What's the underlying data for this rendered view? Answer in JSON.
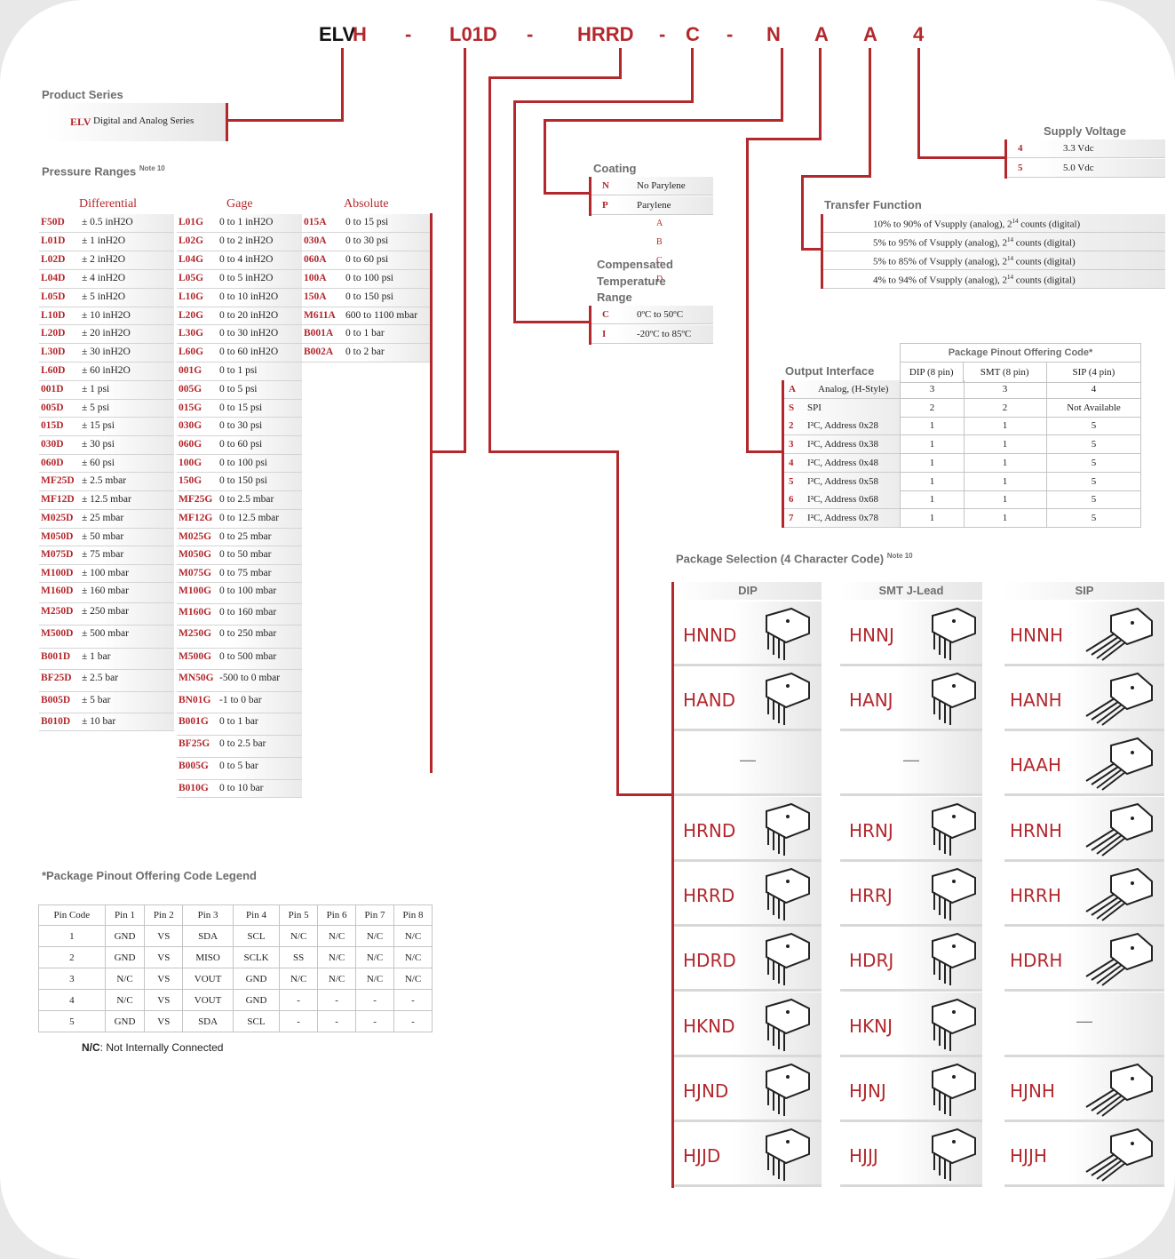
{
  "part_number": {
    "prefix": "ELV",
    "chars": [
      "H",
      "-",
      "L01D",
      "-",
      "HRRD",
      "-",
      "C",
      "-",
      "N",
      "A",
      "A",
      "4"
    ]
  },
  "product_series": {
    "title": "Product Series",
    "code": "ELV",
    "desc": "Digital and Analog Series"
  },
  "pressure_ranges": {
    "title": "Pressure Ranges",
    "note": "Note 10",
    "headers": {
      "differential": "Differential",
      "gage": "Gage",
      "absolute": "Absolute"
    },
    "differential": [
      [
        "F50D",
        "± 0.5 inH2O"
      ],
      [
        "L01D",
        "± 1 inH2O"
      ],
      [
        "L02D",
        "± 2 inH2O"
      ],
      [
        "L04D",
        "± 4 inH2O"
      ],
      [
        "L05D",
        "± 5 inH2O"
      ],
      [
        "L10D",
        "± 10 inH2O"
      ],
      [
        "L20D",
        "± 20 inH2O"
      ],
      [
        "L30D",
        "± 30 inH2O"
      ],
      [
        "L60D",
        "± 60 inH2O"
      ],
      [
        "001D",
        "± 1 psi"
      ],
      [
        "005D",
        "± 5 psi"
      ],
      [
        "015D",
        "± 15 psi"
      ],
      [
        "030D",
        "± 30 psi"
      ],
      [
        "060D",
        "± 60 psi"
      ],
      [
        "MF25D",
        "± 2.5 mbar"
      ],
      [
        "MF12D",
        "± 12.5 mbar"
      ],
      [
        "M025D",
        "± 25 mbar"
      ],
      [
        "M050D",
        "± 50 mbar"
      ],
      [
        "M075D",
        "± 75 mbar"
      ],
      [
        "M100D",
        "± 100 mbar"
      ],
      [
        "M160D",
        "± 160 mbar"
      ],
      [
        "M250D",
        "± 250 mbar"
      ],
      [
        "M500D",
        "± 500 mbar"
      ],
      [
        "B001D",
        "± 1 bar"
      ],
      [
        "BF25D",
        "± 2.5 bar"
      ],
      [
        "B005D",
        "± 5 bar"
      ],
      [
        "B010D",
        "± 10 bar"
      ]
    ],
    "gage": [
      [
        "L01G",
        "0 to 1 inH2O"
      ],
      [
        "L02G",
        "0 to 2 inH2O"
      ],
      [
        "L04G",
        "0 to 4 inH2O"
      ],
      [
        "L05G",
        "0 to 5 inH2O"
      ],
      [
        "L10G",
        "0 to 10 inH2O"
      ],
      [
        "L20G",
        "0 to 20 inH2O"
      ],
      [
        "L30G",
        "0 to 30 inH2O"
      ],
      [
        "L60G",
        "0 to 60 inH2O"
      ],
      [
        "001G",
        "0 to 1 psi"
      ],
      [
        "005G",
        "0 to 5 psi"
      ],
      [
        "015G",
        "0 to 15 psi"
      ],
      [
        "030G",
        "0 to 30 psi"
      ],
      [
        "060G",
        "0 to 60 psi"
      ],
      [
        "100G",
        "0 to 100 psi"
      ],
      [
        "150G",
        "0 to 150 psi"
      ],
      [
        "MF25G",
        "0 to 2.5 mbar"
      ],
      [
        "MF12G",
        "0 to 12.5 mbar"
      ],
      [
        "M025G",
        "0 to 25 mbar"
      ],
      [
        "M050G",
        "0 to 50 mbar"
      ],
      [
        "M075G",
        "0 to 75 mbar"
      ],
      [
        "M100G",
        "0 to 100 mbar"
      ],
      [
        "M160G",
        "0 to 160 mbar"
      ],
      [
        "M250G",
        "0 to 250 mbar"
      ],
      [
        "M500G",
        "0 to 500 mbar"
      ],
      [
        "MN50G",
        "-500 to 0 mbar"
      ],
      [
        "BN01G",
        "-1 to 0 bar"
      ],
      [
        "B001G",
        "0 to 1 bar"
      ],
      [
        "BF25G",
        "0 to 2.5 bar"
      ],
      [
        "B005G",
        "0 to 5 bar"
      ],
      [
        "B010G",
        "0 to 10 bar"
      ]
    ],
    "absolute": [
      [
        "015A",
        "0 to 15 psi"
      ],
      [
        "030A",
        "0 to 30 psi"
      ],
      [
        "060A",
        "0 to 60 psi"
      ],
      [
        "100A",
        "0 to 100 psi"
      ],
      [
        "150A",
        "0 to 150 psi"
      ],
      [
        "M611A",
        "600 to 1100 mbar"
      ],
      [
        "B001A",
        "0 to 1 bar"
      ],
      [
        "B002A",
        "0 to 2 bar"
      ]
    ]
  },
  "coating": {
    "title": "Coating",
    "options": [
      [
        "N",
        "No Parylene"
      ],
      [
        "P",
        "Parylene"
      ]
    ]
  },
  "comp_temp": {
    "title_lines": [
      "Compensated",
      "Temperature",
      "Range"
    ],
    "overlap_letters": [
      "A",
      "B",
      "C",
      "D"
    ],
    "options": [
      [
        "C",
        "0ºC to 50ºC"
      ],
      [
        "I",
        "-20ºC to 85ºC"
      ]
    ]
  },
  "supply_voltage": {
    "title": "Supply Voltage",
    "options": [
      [
        "4",
        "3.3 Vdc"
      ],
      [
        "5",
        "5.0 Vdc"
      ]
    ]
  },
  "transfer_function": {
    "title": "Transfer Function",
    "options": [
      {
        "pre": "10% to 90% of Vsupply (analog), 2",
        "sup": "14",
        "post": " counts (digital)"
      },
      {
        "pre": "5% to 95% of Vsupply (analog), 2",
        "sup": "14",
        "post": " counts (digital)"
      },
      {
        "pre": "5% to 85% of Vsupply (analog), 2",
        "sup": "14",
        "post": " counts (digital)"
      },
      {
        "pre": "4% to 94% of Vsupply (analog), 2",
        "sup": "14",
        "post": " counts (digital)"
      }
    ]
  },
  "output_interface": {
    "title": "Output Interface",
    "group_header": "Package Pinout Offering Code*",
    "col_headers": [
      "DIP (8 pin)",
      "SMT (8 pin)",
      "SIP (4 pin)"
    ],
    "rows": [
      [
        "A",
        "Analog, (H-Style)",
        "3",
        "3",
        "4"
      ],
      [
        "S",
        "SPI",
        "2",
        "2",
        "Not Available"
      ],
      [
        "2",
        "I²C, Address 0x28",
        "1",
        "1",
        "5"
      ],
      [
        "3",
        "I²C, Address 0x38",
        "1",
        "1",
        "5"
      ],
      [
        "4",
        "I²C, Address 0x48",
        "1",
        "1",
        "5"
      ],
      [
        "5",
        "I²C, Address 0x58",
        "1",
        "1",
        "5"
      ],
      [
        "6",
        "I²C, Address 0x68",
        "1",
        "1",
        "5"
      ],
      [
        "7",
        "I²C, Address 0x78",
        "1",
        "1",
        "5"
      ]
    ]
  },
  "package_selection": {
    "title": "Package Selection (4 Character Code)",
    "note": "Note 10",
    "col_headers": [
      "DIP",
      "SMT J-Lead",
      "SIP"
    ],
    "rows": [
      [
        "HNND",
        "HNNJ",
        "HNNH"
      ],
      [
        "HAND",
        "HANJ",
        "HANH"
      ],
      [
        "—",
        "—",
        "HAAH"
      ],
      [
        "HRND",
        "HRNJ",
        "HRNH"
      ],
      [
        "HRRD",
        "HRRJ",
        "HRRH"
      ],
      [
        "HDRD",
        "HDRJ",
        "HDRH"
      ],
      [
        "HKND",
        "HKNJ",
        "—"
      ],
      [
        "HJND",
        "HJNJ",
        "HJNH"
      ],
      [
        "HJJD",
        "HJJJ",
        "HJJH"
      ]
    ]
  },
  "pinout_legend": {
    "title": "*Package Pinout Offering Code Legend",
    "headers": [
      "Pin Code",
      "Pin 1",
      "Pin 2",
      "Pin 3",
      "Pin 4",
      "Pin 5",
      "Pin 6",
      "Pin 7",
      "Pin 8"
    ],
    "rows": [
      [
        "1",
        "GND",
        "VS",
        "SDA",
        "SCL",
        "N/C",
        "N/C",
        "N/C",
        "N/C"
      ],
      [
        "2",
        "GND",
        "VS",
        "MISO",
        "SCLK",
        "SS",
        "N/C",
        "N/C",
        "N/C"
      ],
      [
        "3",
        "N/C",
        "VS",
        "VOUT",
        "GND",
        "N/C",
        "N/C",
        "N/C",
        "N/C"
      ],
      [
        "4",
        "N/C",
        "VS",
        "VOUT",
        "GND",
        "-",
        "-",
        "-",
        "-"
      ],
      [
        "5",
        "GND",
        "VS",
        "SDA",
        "SCL",
        "-",
        "-",
        "-",
        "-"
      ]
    ],
    "footnote_bold": "N/C",
    "footnote_text": ": Not Internally Connected"
  },
  "colors": {
    "accent": "#b3282d",
    "text": "#222222",
    "header_gray": "#6e6e6e"
  }
}
